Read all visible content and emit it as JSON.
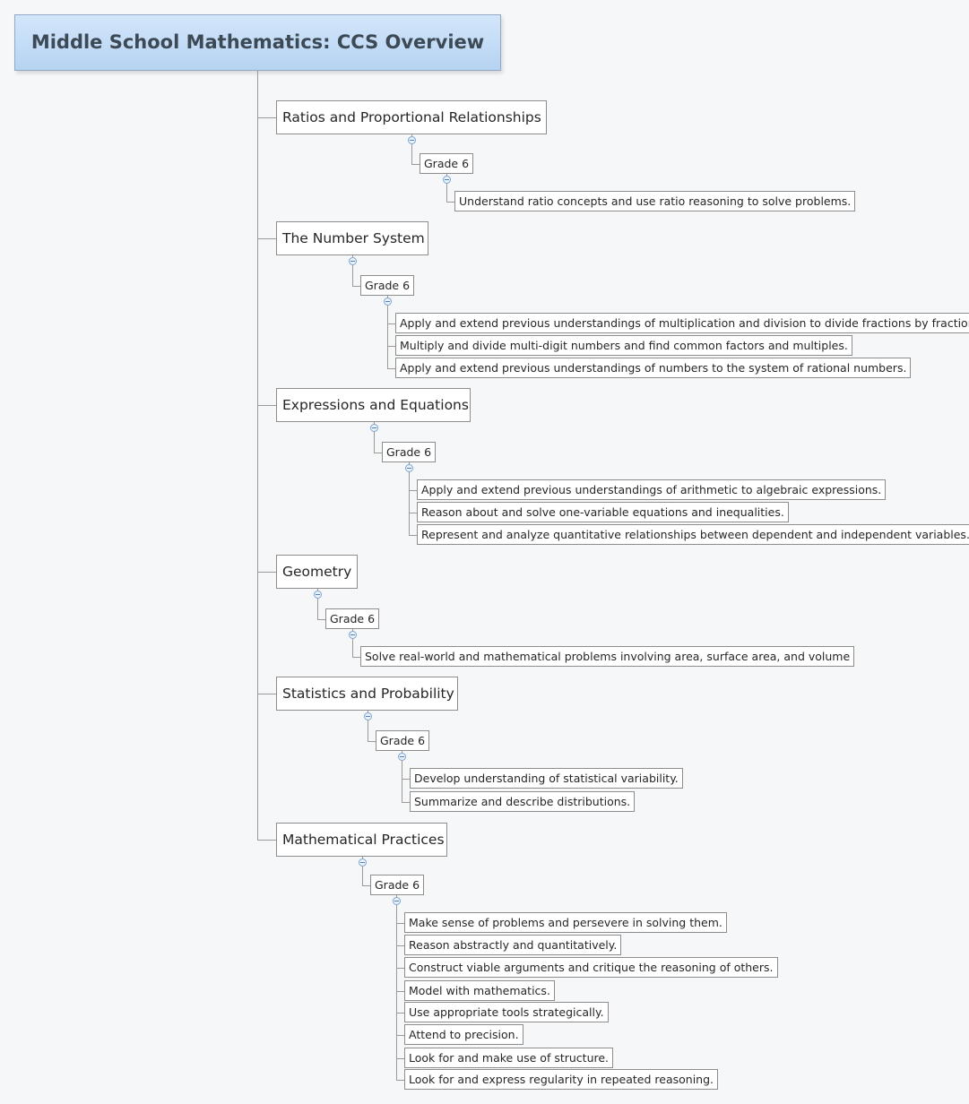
{
  "title": "Middle School Mathematics: CCS Overview",
  "topics": [
    {
      "label": "Ratios and Proportional Relationships",
      "grade": "Grade 6",
      "standards": [
        "Understand ratio concepts and use ratio reasoning to solve problems."
      ]
    },
    {
      "label": "The Number System",
      "grade": "Grade 6",
      "standards": [
        "Apply and extend previous understandings of multiplication and division to divide fractions by fractions.",
        "Multiply and divide multi-digit numbers and find common factors and multiples.",
        "Apply and extend previous understandings of numbers to the system of rational numbers."
      ]
    },
    {
      "label": "Expressions and Equations",
      "grade": "Grade 6",
      "standards": [
        "Apply and extend previous understandings of arithmetic to algebraic expressions.",
        "Reason about and solve one-variable equations and inequalities.",
        "Represent and analyze quantitative relationships between dependent and independent variables."
      ]
    },
    {
      "label": "Geometry",
      "grade": "Grade 6",
      "standards": [
        "Solve real-world and mathematical problems involving area, surface area, and volume"
      ]
    },
    {
      "label": "Statistics and Probability",
      "grade": "Grade 6",
      "standards": [
        "Develop understanding of statistical variability.",
        "Summarize and describe distributions."
      ]
    },
    {
      "label": "Mathematical Practices",
      "grade": "Grade 6",
      "standards": [
        "Make sense of problems and persevere in solving them.",
        "Reason abstractly and quantitatively.",
        "Construct viable arguments and critique the reasoning of others.",
        "Model with mathematics.",
        "Use appropriate tools strategically.",
        "Attend to precision.",
        "Look for and make use of structure.",
        "Look for and express regularity in repeated reasoning."
      ]
    }
  ]
}
